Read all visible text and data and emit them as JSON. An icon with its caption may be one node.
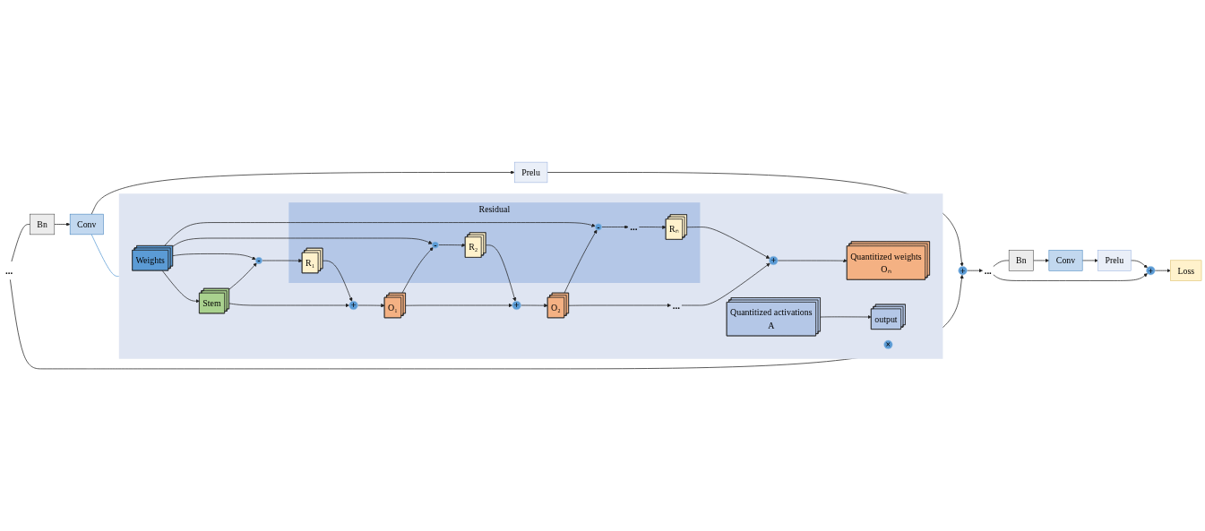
{
  "diagram": {
    "nodes": [
      {
        "text": [
          "..."
        ]
      },
      {
        "text": [
          "Bn"
        ]
      },
      {
        "text": [
          "Conv"
        ]
      },
      {
        "text": [
          "Prelu"
        ]
      },
      {
        "text": [
          "+"
        ]
      },
      {
        "text": [
          "..."
        ]
      },
      {
        "text": [
          "Bn"
        ]
      },
      {
        "text": [
          "Conv"
        ]
      },
      {
        "text": [
          "Prelu"
        ]
      },
      {
        "text": [
          "+"
        ]
      },
      {
        "text": [
          "Loss"
        ]
      },
      {
        "text": [],
        "shape": "box"
      },
      {
        "text": [
          "Weights"
        ],
        "in": 11
      },
      {
        "text": [
          "Residual"
        ],
        "in": 11
      },
      {
        "text": [
          "-"
        ],
        "in": 11
      },
      {
        "text": [
          "R₁"
        ],
        "in": 13
      },
      {
        "text": [
          "-"
        ],
        "in": 13
      },
      {
        "text": [
          "R₂"
        ],
        "in": 13
      },
      {
        "text": [
          "-"
        ],
        "in": 13
      },
      {
        "text": [
          "..."
        ],
        "in": 13
      },
      {
        "text": [
          "Rₙ"
        ],
        "in": 13
      },
      {
        "text": [
          "Stem"
        ],
        "in": 11
      },
      {
        "text": [
          "+"
        ],
        "in": 11
      },
      {
        "text": [
          "O₁"
        ],
        "in": 11
      },
      {
        "text": [
          "+"
        ],
        "in": 11
      },
      {
        "text": [
          "O₂"
        ],
        "in": 11
      },
      {
        "text": [
          "..."
        ],
        "in": 11
      },
      {
        "text": [
          "+"
        ],
        "in": 11
      },
      {
        "text": [
          "Quantitized weights",
          "Oₙ"
        ],
        "in": 11
      },
      {
        "text": [
          "×"
        ],
        "in": 11
      },
      {
        "text": [
          "Quantitized activations",
          "A"
        ],
        "in": 11
      },
      {
        "text": [
          "output"
        ],
        "in": 11
      }
    ],
    "edges": [
      {
        "from": 0,
        "to": 1,
        "arrow": "none"
      },
      {
        "from": 0,
        "to": 4,
        "arrow": "to"
      },
      {
        "from": 1,
        "to": 2,
        "arrow": "to"
      },
      {
        "from": 2,
        "to": 3,
        "arrow": "to"
      },
      {
        "from": 3,
        "to": 4,
        "arrow": "to"
      },
      {
        "from": 4,
        "to": 5,
        "arrow": "to"
      },
      {
        "from": 5,
        "to": 6,
        "arrow": "none"
      },
      {
        "from": 5,
        "to": 9,
        "arrow": "to"
      },
      {
        "from": 6,
        "to": 7,
        "arrow": "to"
      },
      {
        "from": 7,
        "to": 8,
        "arrow": "to"
      },
      {
        "from": 8,
        "to": 9,
        "arrow": "to"
      },
      {
        "from": 9,
        "to": 10,
        "arrow": "to"
      },
      {
        "from": 2,
        "to": 11,
        "arrow": "none",
        "color": "#5b9bd5"
      },
      {
        "from": 12,
        "to": 21,
        "arrow": "to"
      },
      {
        "from": 12,
        "to": 14,
        "arrow": "to"
      },
      {
        "from": 12,
        "to": 16,
        "arrow": "to"
      },
      {
        "from": 12,
        "to": 18,
        "arrow": "to"
      },
      {
        "from": 21,
        "to": 14,
        "arrow": "to"
      },
      {
        "from": 21,
        "to": 22,
        "arrow": "to"
      },
      {
        "from": 14,
        "to": 15,
        "arrow": "to"
      },
      {
        "from": 15,
        "to": 22,
        "arrow": "to"
      },
      {
        "from": 22,
        "to": 23,
        "arrow": "to"
      },
      {
        "from": 23,
        "to": 16,
        "arrow": "to"
      },
      {
        "from": 16,
        "to": 17,
        "arrow": "to"
      },
      {
        "from": 17,
        "to": 24,
        "arrow": "to"
      },
      {
        "from": 23,
        "to": 24,
        "arrow": "to"
      },
      {
        "from": 24,
        "to": 25,
        "arrow": "to"
      },
      {
        "from": 25,
        "to": 18,
        "arrow": "to"
      },
      {
        "from": 18,
        "to": 19,
        "arrow": "to"
      },
      {
        "from": 19,
        "to": 20,
        "arrow": "to"
      },
      {
        "from": 20,
        "to": 27,
        "arrow": "to"
      },
      {
        "from": 25,
        "to": 26,
        "arrow": "to"
      },
      {
        "from": 26,
        "to": 27,
        "arrow": "to"
      },
      {
        "from": 27,
        "to": 28,
        "arrow": "to"
      },
      {
        "from": 30,
        "to": 31,
        "arrow": "to"
      }
    ]
  }
}
